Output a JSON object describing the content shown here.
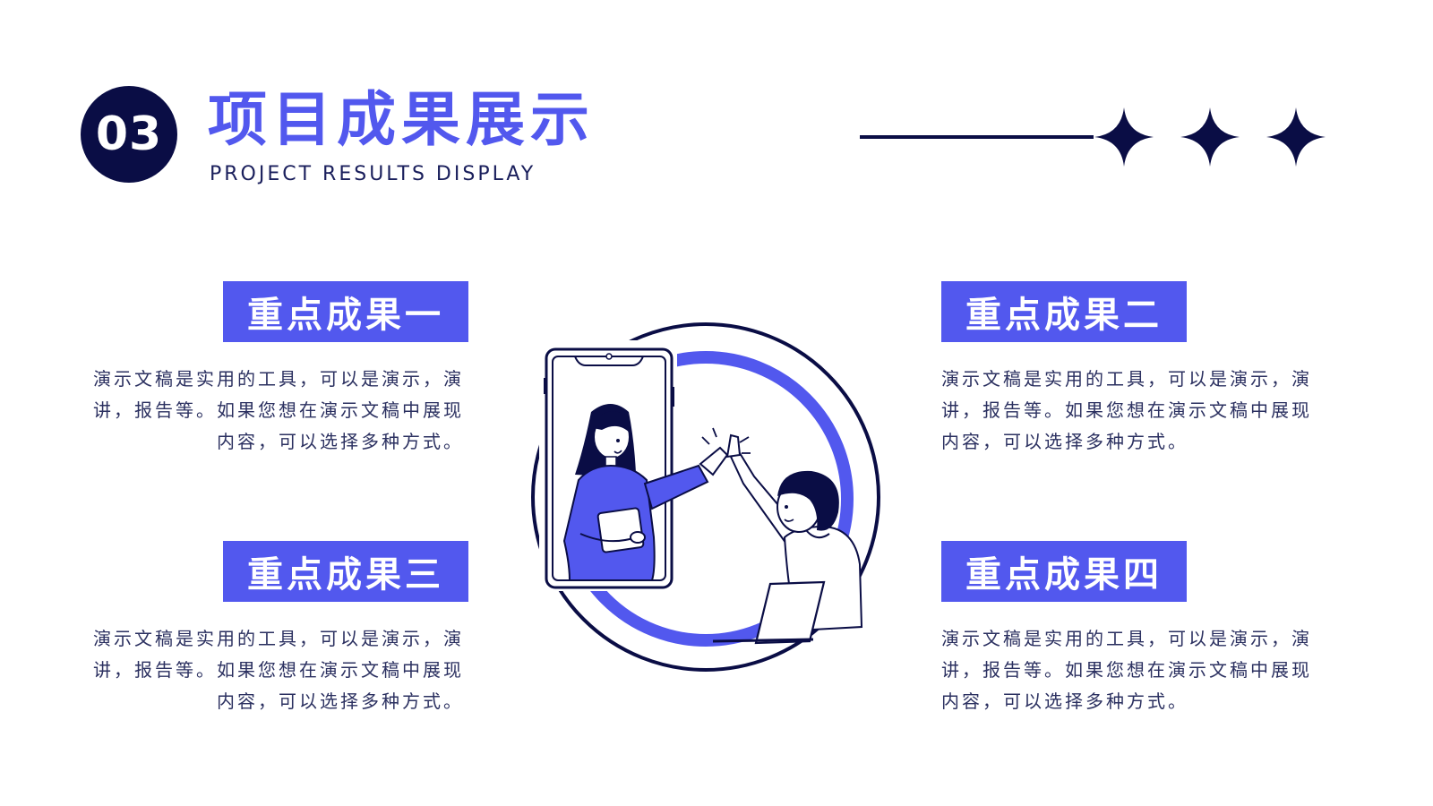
{
  "header": {
    "number": "03",
    "title": "项目成果展示",
    "subtitle": "PROJECT RESULTS DISPLAY"
  },
  "blocks": [
    {
      "title": "重点成果一",
      "lines": [
        "演示文稿是实用的工具，可以是演示，演",
        "讲，报告等。如果您想在演示文稿中展现",
        "内容，可以选择多种方式。"
      ]
    },
    {
      "title": "重点成果二",
      "lines": [
        "演示文稿是实用的工具，可以是演示，演",
        "讲，报告等。如果您想在演示文稿中展现",
        "内容，可以选择多种方式。"
      ]
    },
    {
      "title": "重点成果三",
      "lines": [
        "演示文稿是实用的工具，可以是演示，演",
        "讲，报告等。如果您想在演示文稿中展现",
        "内容，可以选择多种方式。"
      ]
    },
    {
      "title": "重点成果四",
      "lines": [
        "演示文稿是实用的工具，可以是演示，演",
        "讲，报告等。如果您想在演示文稿中展现",
        "内容，可以选择多种方式。"
      ]
    }
  ],
  "colors": {
    "accent": "#5258ee",
    "dark": "#0a0d45",
    "text": "#2b3060",
    "background": "#ffffff"
  },
  "icons": {
    "decoration": "four-point-star-icon",
    "illustration": "video-call-high-five-illustration"
  }
}
